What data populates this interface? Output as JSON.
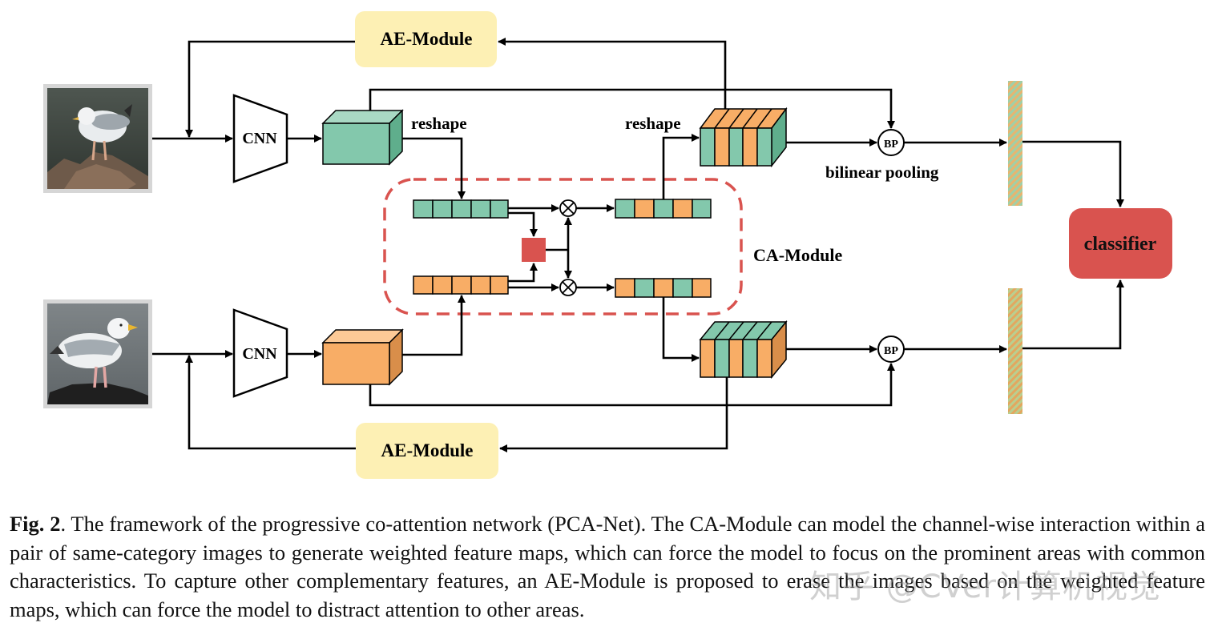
{
  "diagram": {
    "modules": {
      "ae_top": "AE-Module",
      "ae_bottom": "AE-Module",
      "ca": "CA-Module",
      "cnn_top": "CNN",
      "cnn_bottom": "CNN",
      "classifier": "classifier",
      "bp_top": "BP",
      "bp_bottom": "BP"
    },
    "labels": {
      "reshape_left": "reshape",
      "reshape_right": "reshape",
      "bilinear_pooling": "bilinear pooling"
    },
    "images": {
      "top": "gull-photo-top",
      "bottom": "gull-photo-bottom"
    },
    "colors": {
      "teal": "#83c8ac",
      "orange": "#f8ad66",
      "ae_fill": "#fdf0b4",
      "classifier_fill": "#d9534f",
      "ca_border": "#d9534f",
      "red_square": "#d9534f"
    }
  },
  "caption": {
    "fig_label": "Fig. 2",
    "text": ".  The framework of the progressive co-attention network (PCA-Net).  The CA-Module can model the channel-wise interaction within a pair of same-category images to generate weighted feature maps, which can force the model to focus on the prominent areas with common characteristics.  To capture other complementary features, an AE-Module is proposed to erase the images based on the weighted feature maps, which can force the model to distract attention to other areas."
  },
  "watermark": "知乎 @CVer计算机视觉"
}
